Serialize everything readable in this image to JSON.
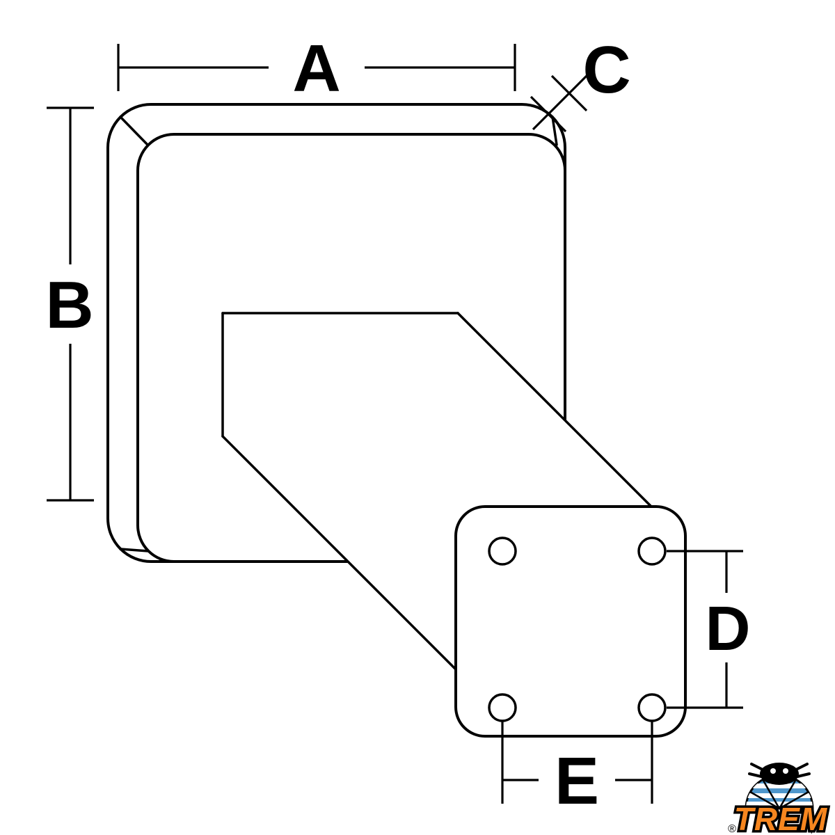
{
  "diagram": {
    "dimension_labels": {
      "a": "A",
      "b": "B",
      "c": "C",
      "d": "D",
      "e": "E"
    },
    "logo": {
      "brand": "TREM",
      "registered": "®"
    },
    "colors": {
      "line": "#000000",
      "fill": "#ffffff",
      "logo_orange": "#f6861f",
      "logo_blue": "#4f97cc"
    }
  }
}
